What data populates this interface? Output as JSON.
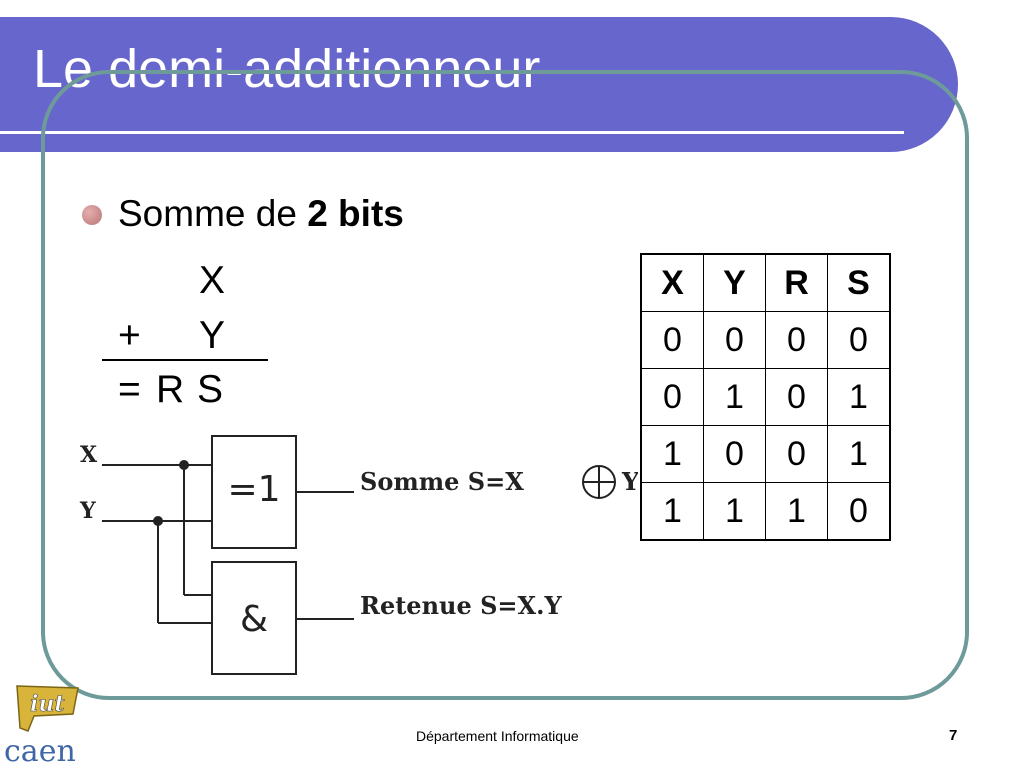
{
  "slide": {
    "title": "Le demi-additionneur",
    "bullet": {
      "text": "Somme de ",
      "bold": "2 bits"
    }
  },
  "addition": {
    "row1_operand": "X",
    "row2_op": "+",
    "row2_operand": "Y",
    "row3_op": "=",
    "row3_carry": "R",
    "row3_sum": "S"
  },
  "truth_table": {
    "headers": [
      "X",
      "Y",
      "R",
      "S"
    ],
    "rows": [
      [
        "0",
        "0",
        "0",
        "0"
      ],
      [
        "0",
        "1",
        "0",
        "1"
      ],
      [
        "1",
        "0",
        "0",
        "1"
      ],
      [
        "1",
        "1",
        "1",
        "0"
      ]
    ]
  },
  "circuit": {
    "input_x": "X",
    "input_y": "Y",
    "xor_gate_label": "=1",
    "and_gate_label": "&",
    "sum_output_prefix": "Somme S=X",
    "sum_output_suffix": "Y",
    "carry_output": "Retenue S=X.Y"
  },
  "footer": {
    "department": "Département Informatique",
    "page_number": "7"
  },
  "logo": {
    "top_text": "iut",
    "bottom_text": "caen"
  },
  "colors": {
    "title_bar": "#6666cc",
    "frame_border": "#6e9a9a",
    "bullet_dot": "#b77676",
    "logo_yellow": "#d9b43a"
  }
}
